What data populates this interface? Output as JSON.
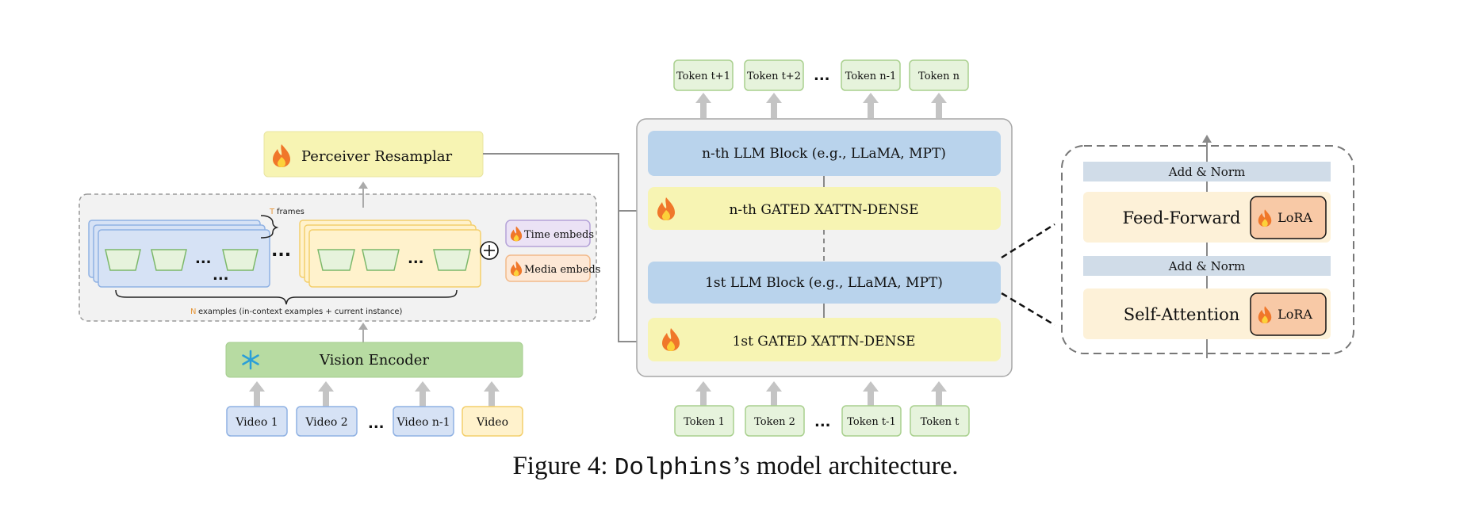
{
  "left": {
    "perceiver": "Perceiver Resamplar",
    "vision_encoder": "Vision Encoder",
    "frames_label": "frames",
    "frames_symbol": "T",
    "examples_symbol": "N",
    "examples_label": "examples (in-context examples + current instance)",
    "ellipsis": "...",
    "time_embeds": "Time embeds",
    "media_embeds": "Media embeds",
    "videos": [
      "Video 1",
      "Video 2",
      "Video n-1",
      "Video"
    ]
  },
  "middle": {
    "output_tokens": [
      "Token t+1",
      "Token t+2",
      "Token n-1",
      "Token n"
    ],
    "input_tokens": [
      "Token 1",
      "Token 2",
      "Token t-1",
      "Token t"
    ],
    "nth_llm_block": "n-th LLM Block (e.g., LLaMA, MPT)",
    "nth_gated": "n-th GATED XATTN-DENSE",
    "first_llm_block": "1st LLM Block (e.g., LLaMA, MPT)",
    "first_gated": "1st GATED XATTN-DENSE",
    "ellipsis": "..."
  },
  "right": {
    "add_norm_top": "Add & Norm",
    "feed_forward": "Feed-Forward",
    "add_norm_bottom": "Add & Norm",
    "self_attention": "Self-Attention",
    "lora": "LoRA"
  },
  "caption": {
    "prefix": "Figure 4: ",
    "model": "Dolphins",
    "suffix": "’s model architecture."
  },
  "colors": {
    "yellow_box": "#f7f4b3",
    "green_token": "#e6f3dc",
    "green_border": "#a9d08e",
    "blue_block": "#b9d3ec",
    "blue_video": "#d6e2f5",
    "blue_border": "#8fb1e3",
    "orange_video": "#fff2cc",
    "orange_border": "#f4cf6c",
    "vision_encoder": "#b7dba2",
    "lora_fill": "#f8c9a6",
    "cream": "#fdf1d8",
    "norm_bar": "#d0dce8",
    "purple_fill": "#ebe2f5",
    "purple_border": "#b4a2d8",
    "peach_fill": "#fde8d6",
    "arrow_gray": "#bfbfbf"
  }
}
